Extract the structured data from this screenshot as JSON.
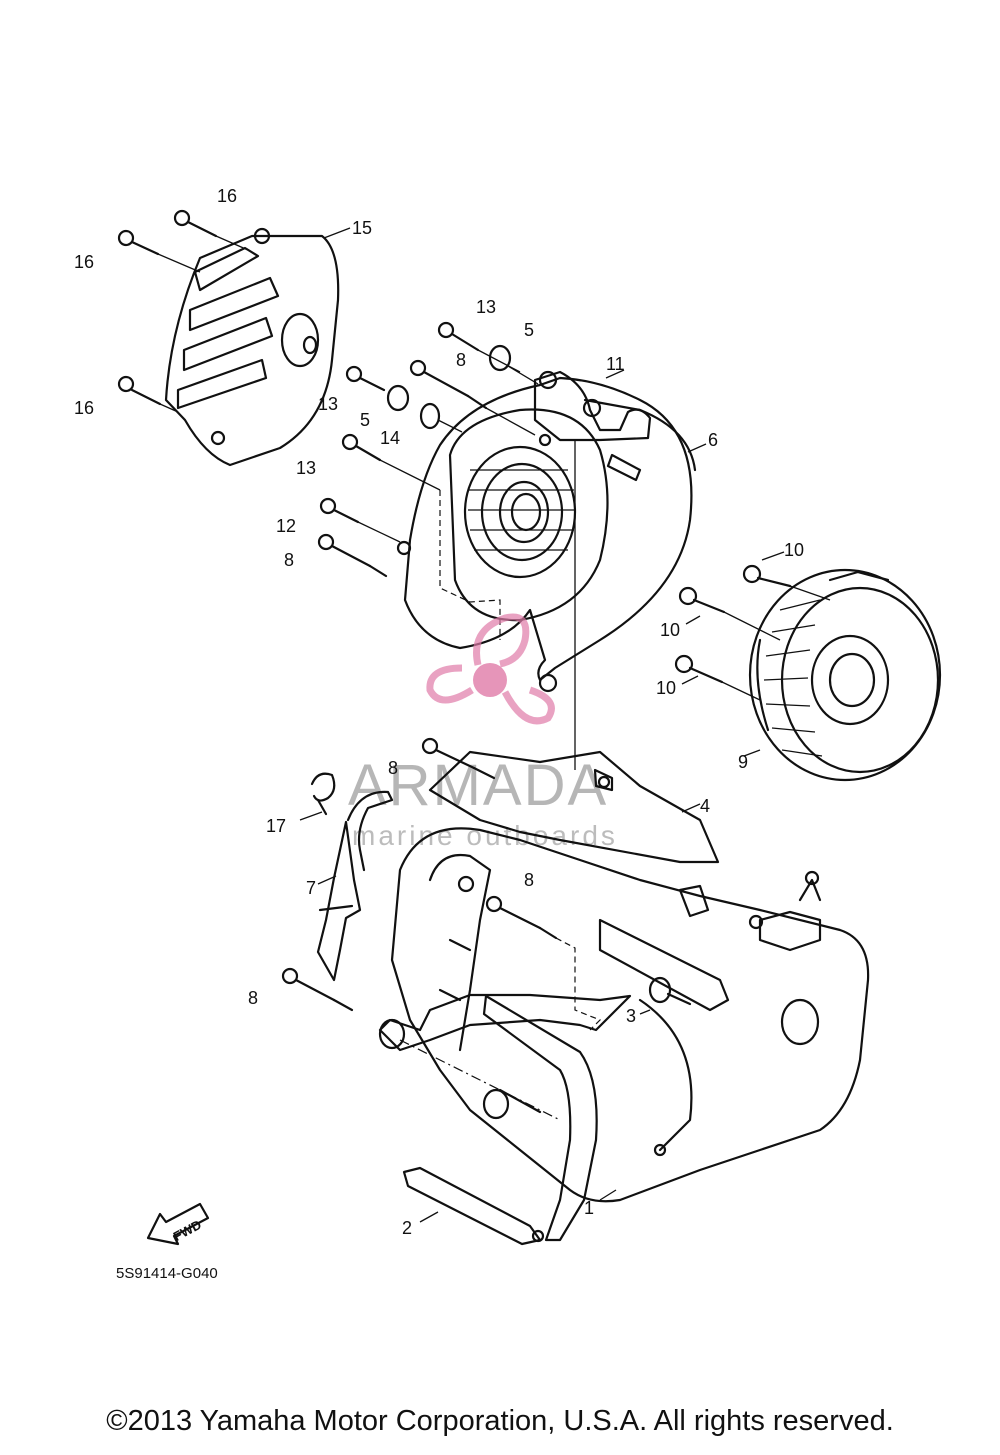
{
  "diagram": {
    "callouts": [
      {
        "id": "c16a",
        "text": "16"
      },
      {
        "id": "c16b",
        "text": "16"
      },
      {
        "id": "c16c",
        "text": "16"
      },
      {
        "id": "c15",
        "text": "15"
      },
      {
        "id": "c13a",
        "text": "13"
      },
      {
        "id": "c5a",
        "text": "5"
      },
      {
        "id": "c8a",
        "text": "8"
      },
      {
        "id": "c11",
        "text": "11"
      },
      {
        "id": "c13b",
        "text": "13"
      },
      {
        "id": "c5b",
        "text": "5"
      },
      {
        "id": "c14",
        "text": "14"
      },
      {
        "id": "c6",
        "text": "6"
      },
      {
        "id": "c13c",
        "text": "13"
      },
      {
        "id": "c12",
        "text": "12"
      },
      {
        "id": "c8b",
        "text": "8"
      },
      {
        "id": "c10a",
        "text": "10"
      },
      {
        "id": "c10b",
        "text": "10"
      },
      {
        "id": "c10c",
        "text": "10"
      },
      {
        "id": "c9",
        "text": "9"
      },
      {
        "id": "c8c",
        "text": "8"
      },
      {
        "id": "c4",
        "text": "4"
      },
      {
        "id": "c17",
        "text": "17"
      },
      {
        "id": "c7",
        "text": "7"
      },
      {
        "id": "c8d",
        "text": "8"
      },
      {
        "id": "c3",
        "text": "3"
      },
      {
        "id": "c8e",
        "text": "8"
      },
      {
        "id": "c1",
        "text": "1"
      },
      {
        "id": "c2",
        "text": "2"
      }
    ],
    "fwd_label": "FWD",
    "drawing_code": "5S91414-G040"
  },
  "watermark": {
    "brand": "ARMADA",
    "tagline": "marine outboards",
    "logo_color": "#e07aa8"
  },
  "footer": {
    "copyright": "©2013 Yamaha Motor Corporation, U.S.A. All rights reserved."
  }
}
